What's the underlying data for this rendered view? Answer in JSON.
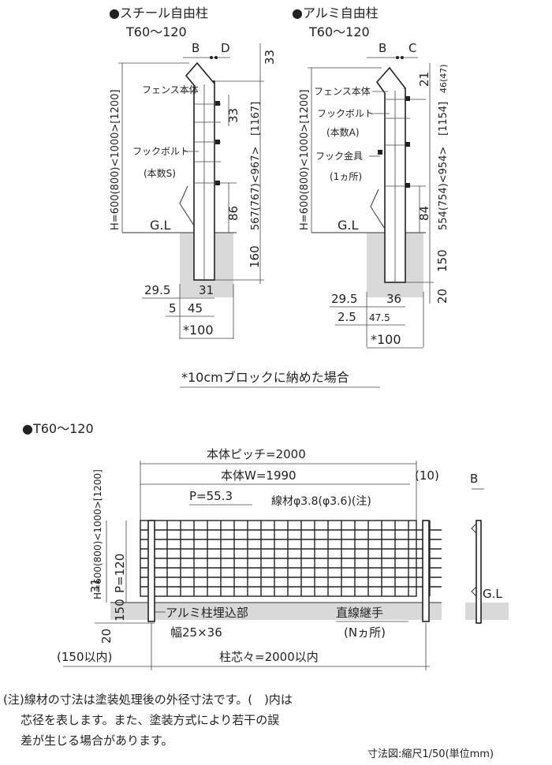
{
  "steel_detail": {
    "title": "●スチール自由柱",
    "model": "T60〜120",
    "label_b": "B",
    "label_d": "D",
    "dim_top": "33",
    "height_label": "H=600(800)<1000>[1200]",
    "label_fence_body": "フェンス本体",
    "dim_33": "33",
    "dim_1167": "[1167]",
    "label_hook_bolt": "フックボルト",
    "label_hook_count": "(本数S)",
    "dim_967": "567(767)<967>",
    "dim_86": "86",
    "label_gl": "G.L",
    "dim_160": "160",
    "dim_29_5": "29.5",
    "dim_31": "31",
    "dim_5": "5",
    "dim_45": "45",
    "dim_100": "*100"
  },
  "alumi_detail": {
    "title": "●アルミ自由柱",
    "model": "T60〜120",
    "label_b": "B",
    "label_c": "C",
    "dim_21": "21",
    "dim_46": "46(47)",
    "height_label": "H=600(800)<1000>[1200]",
    "label_fence_body": "フェンス本体",
    "label_hook_bolt": "フックボルト",
    "label_hook_count": "(本数A)",
    "dim_1154": "[1154]",
    "label_hook_fitting": "フック金具",
    "label_fitting_count": "(1ヵ所)",
    "dim_954": "554(754)<954>",
    "dim_84": "84",
    "label_gl": "G.L",
    "dim_150": "150",
    "dim_20": "20",
    "dim_29_5": "29.5",
    "dim_36": "36",
    "dim_2_5": "2.5",
    "dim_47_5": "47.5",
    "dim_100": "*100"
  },
  "block_note": "*10cmブロックに納めた場合",
  "front_view": {
    "title": "●T60〜120",
    "pitch": "本体ピッチ=2000",
    "width": "本体W=1990",
    "gap": "(10)",
    "pitch_p": "P=55.3",
    "wire": "線材φ3.8(φ3.6)(注)",
    "height_label": "H=600(800)<1000>[1200]",
    "dim_120": "P=120",
    "dim_31": "31",
    "dim_150": "150",
    "dim_20": "20",
    "post_embed": "アルミ柱埋込部",
    "post_size": "幅25×36",
    "joint": "直線継手",
    "joint_count": "(Nヵ所)",
    "left_span": "(150以内)",
    "center_span": "柱芯々=2000以内",
    "side_b": "B",
    "side_gl": "G.L"
  },
  "note": {
    "line1": "(注)線材の寸法は塗装処理後の外径寸法です。(　)内は",
    "line2": "芯径を表します。また、塗装方式により若干の誤",
    "line3": "差が生じる場合があります。"
  },
  "scale": "寸法図:縮尺1/50(単位mm)"
}
